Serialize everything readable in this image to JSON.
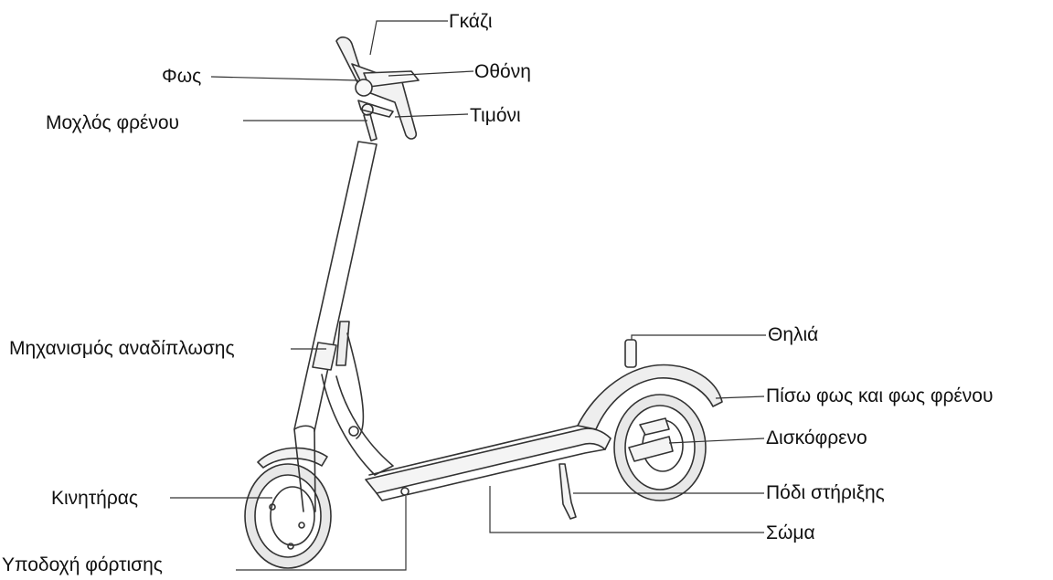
{
  "labels": {
    "throttle": "Γκάζι",
    "headlight": "Φως",
    "display": "Οθόνη",
    "brake_lever": "Μοχλός φρένου",
    "handlebar": "Τιμόνι",
    "folding_mechanism": "Μηχανισμός αναδίπλωσης",
    "hook": "Θηλιά",
    "rear_light": "Πίσω φως και φως φρένου",
    "disc_brake": "Δισκόφρενο",
    "motor": "Κινητήρας",
    "kickstand": "Πόδι στήριξης",
    "body": "Σώμα",
    "charging_port": "Υποδοχή φόρτισης"
  }
}
